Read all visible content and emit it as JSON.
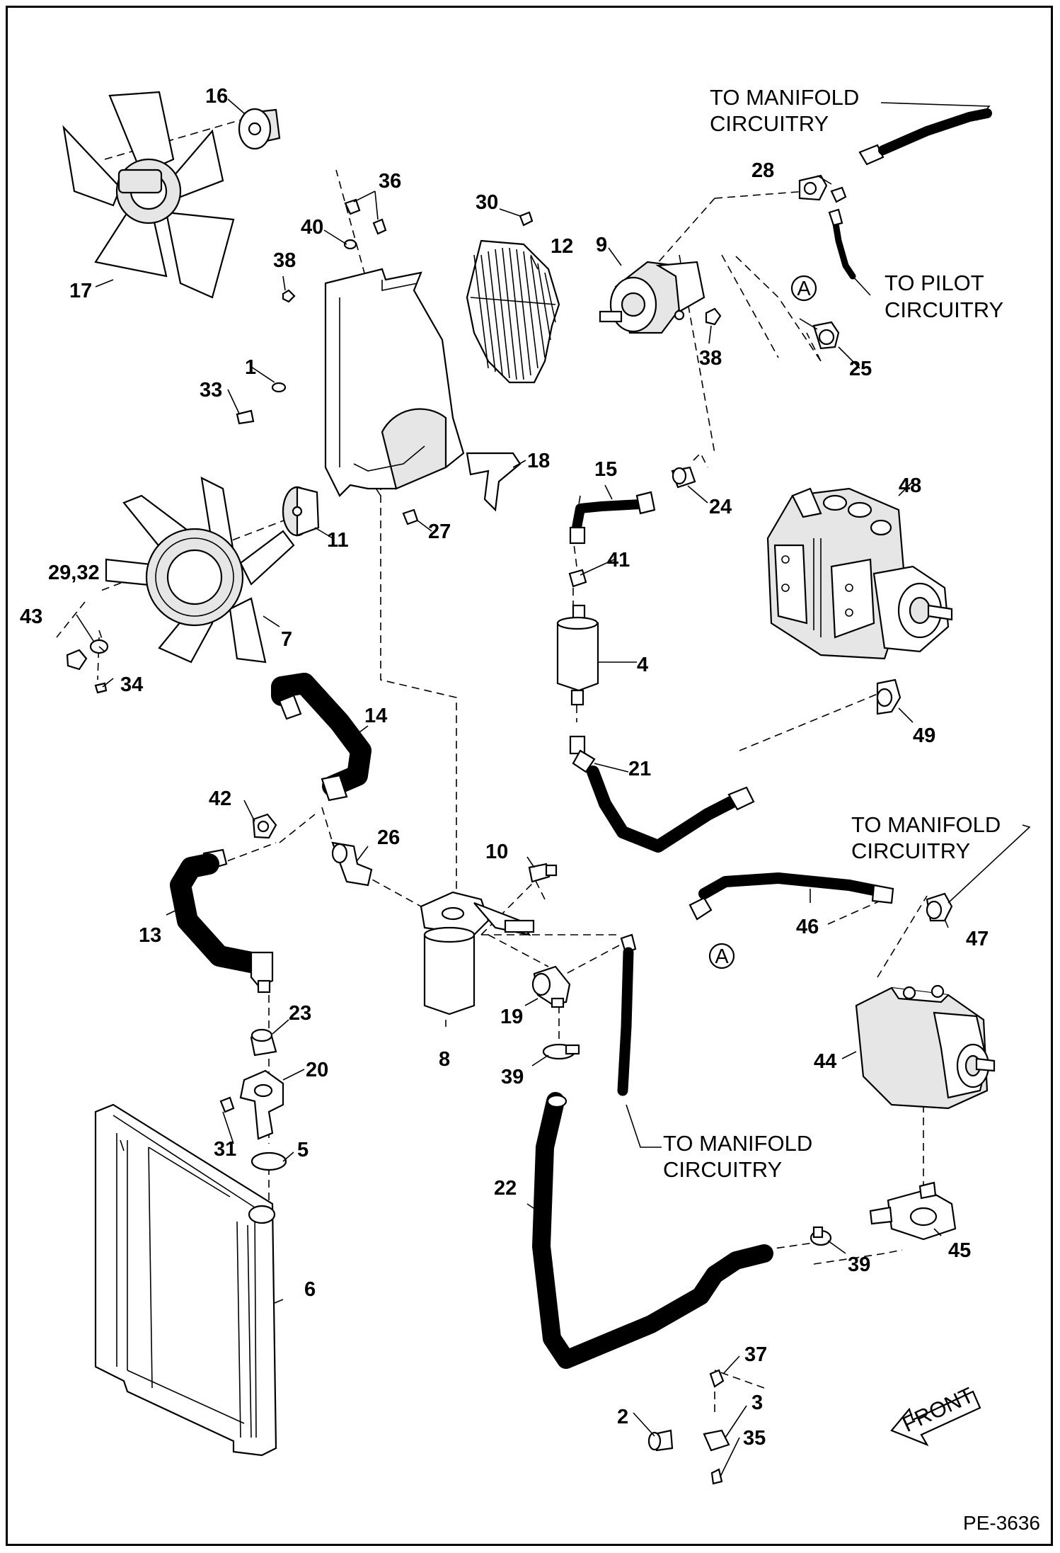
{
  "document_id": "PE-3636",
  "front_label": "FRONT",
  "connector_label": "A",
  "notes": {
    "manifold_top_l1": "TO MANIFOLD",
    "manifold_top_l2": "CIRCUITRY",
    "pilot_l1": "TO PILOT",
    "pilot_l2": "CIRCUITRY",
    "manifold_mid_l1": "TO MANIFOLD",
    "manifold_mid_l2": "CIRCUITRY",
    "manifold_bot_l1": "TO MANIFOLD",
    "manifold_bot_l2": "CIRCUITRY"
  },
  "callouts": {
    "c1": "1",
    "c2": "2",
    "c3": "3",
    "c4": "4",
    "c5": "5",
    "c6": "6",
    "c7": "7",
    "c8": "8",
    "c9": "9",
    "c10": "10",
    "c11": "11",
    "c12": "12",
    "c13": "13",
    "c14": "14",
    "c15": "15",
    "c16": "16",
    "c17": "17",
    "c18": "18",
    "c19": "19",
    "c20": "20",
    "c21": "21",
    "c22": "22",
    "c23": "23",
    "c24": "24",
    "c25": "25",
    "c26": "26",
    "c27": "27",
    "c28": "28",
    "c2932": "29,32",
    "c30": "30",
    "c31": "31",
    "c33": "33",
    "c34": "34",
    "c35": "35",
    "c36": "36",
    "c37": "37",
    "c38a": "38",
    "c38b": "38",
    "c39a": "39",
    "c39b": "39",
    "c40": "40",
    "c41": "41",
    "c42": "42",
    "c43": "43",
    "c44": "44",
    "c45": "45",
    "c46": "46",
    "c47": "47",
    "c48": "48",
    "c49": "49"
  }
}
